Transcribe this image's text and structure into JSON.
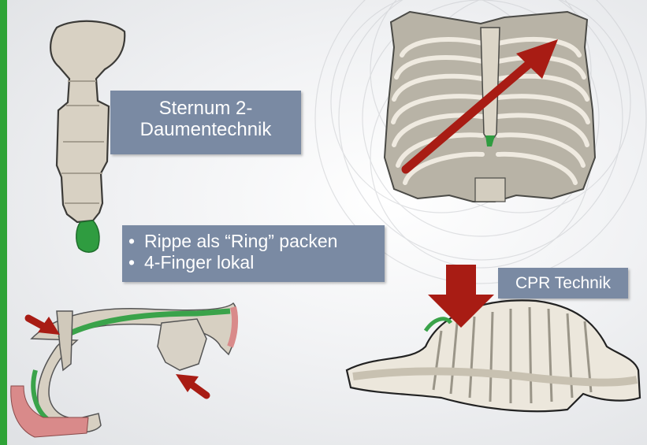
{
  "captions": {
    "sternum": {
      "line1": "Sternum 2-",
      "line2": "Daumentechnik"
    },
    "rippe": {
      "bullets": [
        "Rippe als “Ring” packen",
        "4-Finger lokal"
      ]
    },
    "cpr": "CPR Technik"
  },
  "colors": {
    "accent_bar": "#2ea336",
    "caption_bg": "#7a8aa3",
    "arrow": "#a81c14",
    "bone": "#d7d0c2",
    "cartilage_green": "#3aa34a",
    "muscle_red": "#d98a8a"
  }
}
